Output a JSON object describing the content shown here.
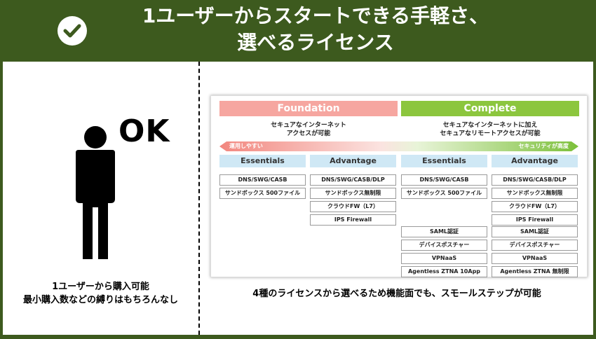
{
  "header": {
    "title_line1": "1ユーザーからスタートできる手軽さ、",
    "title_line2": "選べるライセンス"
  },
  "left": {
    "ok_text": "OK",
    "caption_line1": "1ユーザーから購入可能",
    "caption_line2": "最小購入数などの縛りはもちろんなし"
  },
  "right": {
    "caption": "4種のライセンスから選べるため機能面でも、スモールステップが可能"
  },
  "diagram": {
    "foundation": {
      "label": "Foundation",
      "desc_line1": "セキュアなインターネット",
      "desc_line2": "アクセスが可能",
      "arrow_label": "運用しやすい",
      "color": "#f6a6a0"
    },
    "complete": {
      "label": "Complete",
      "desc_line1": "セキュアなインターネットに加え",
      "desc_line2": "セキュアなリモートアクセスが可能",
      "arrow_label": "セキュリティが高度",
      "color": "#8cc63e"
    },
    "tiers": [
      {
        "label": "Essentials",
        "features": [
          "DNS/SWG/CASB",
          "サンドボックス 500ファイル"
        ]
      },
      {
        "label": "Advantage",
        "features": [
          "DNS/SWG/CASB/DLP",
          "サンドボックス無制限",
          "クラウドFW（L7）",
          "IPS Firewall"
        ]
      },
      {
        "label": "Essentials",
        "features": [
          "DNS/SWG/CASB",
          "サンドボックス 500ファイル",
          "SAML認証",
          "デバイスポスチャー",
          "VPNaaS",
          "Agentless ZTNA 10App"
        ]
      },
      {
        "label": "Advantage",
        "features": [
          "DNS/SWG/CASB/DLP",
          "サンドボックス無制限",
          "クラウドFW（L7）",
          "IPS Firewall",
          "SAML認証",
          "デバイスポスチャー",
          "VPNaaS",
          "Agentless ZTNA 無制限"
        ]
      }
    ]
  }
}
